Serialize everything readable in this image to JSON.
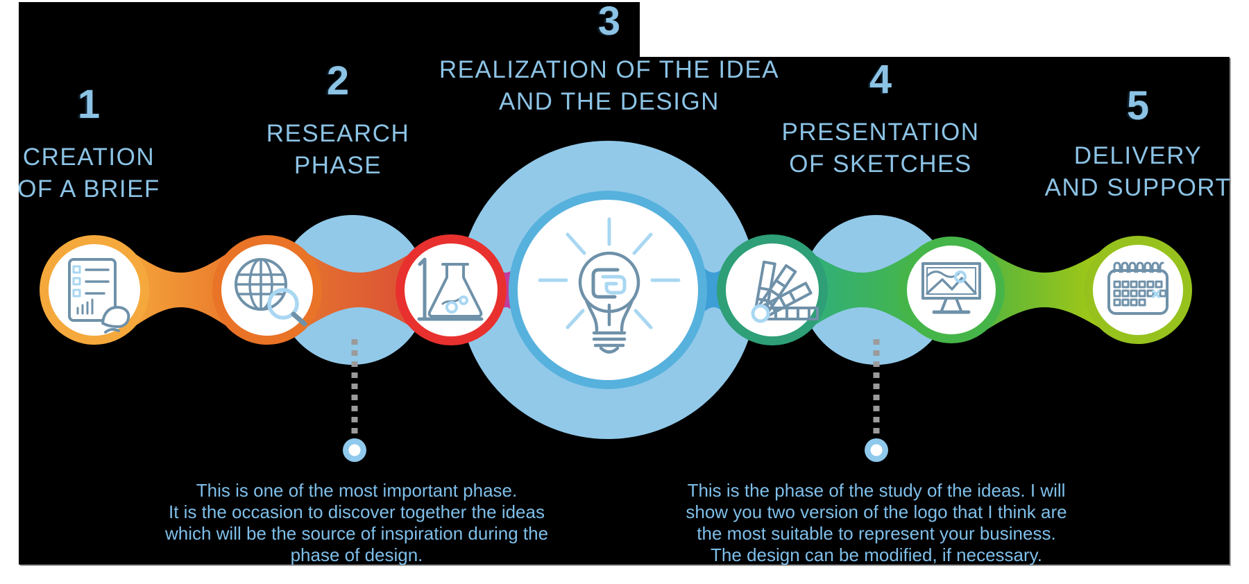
{
  "colors": {
    "page": "#ffffff",
    "canvas": "#000000",
    "halo": "#92C9E9",
    "title_text": "#8CC3E5",
    "body_text": "#7FBFEA",
    "dash": "#9B9B9B",
    "marker": "#8FC9EC",
    "icon_stroke": "#6F91A9",
    "icon_accent": "#A9D7F2",
    "link12a": "#F4A43B",
    "link12b": "#EA7A2C",
    "link23a": "#E4732F",
    "link23b": "#DB4F35",
    "link34": "#C23C9E",
    "link45": "#3E9ED6",
    "link56a": "#2FAF7C",
    "link56b": "#46B549",
    "link67a": "#58B53C",
    "link67b": "#A6C914"
  },
  "steps": [
    {
      "number": "1",
      "line1": "CREATION",
      "line2": "OF A BRIEF"
    },
    {
      "number": "2",
      "line1": "RESEARCH",
      "line2": "PHASE"
    },
    {
      "number": "3",
      "line1": "REALIZATION OF THE IDEA",
      "line2": "AND THE DESIGN"
    },
    {
      "number": "4",
      "line1": "PRESENTATION",
      "line2": "OF SKETCHES"
    },
    {
      "number": "5",
      "line1": "DELIVERY",
      "line2": "AND SUPPORT"
    }
  ],
  "circles": [
    {
      "icon": "brief-checklist-icon",
      "ring": "#F5A93C"
    },
    {
      "icon": "globe-research-icon",
      "ring": "#E97327"
    },
    {
      "icon": "lab-flask-icon",
      "ring": "#E8312E"
    },
    {
      "icon": "idea-bulb-icon",
      "ring": "#57B1DD"
    },
    {
      "icon": "color-swatches-icon",
      "ring": "#2E9F77"
    },
    {
      "icon": "monitor-image-icon",
      "ring": "#46B549"
    },
    {
      "icon": "calendar-icon",
      "ring": "#97C21E"
    }
  ],
  "descriptions": {
    "research": {
      "line1": "This is one of the most important phase.",
      "line2": "It is the occasion to discover together the ideas",
      "line3": "which will be the source of inspiration during the",
      "line4": "phase of design."
    },
    "sketches": {
      "line1": "This is the phase of the study of the ideas. I will",
      "line2": "show you two version of the logo that I think are",
      "line3": "the most suitable to represent your business.",
      "line4": "The design can be modified, if necessary."
    }
  }
}
